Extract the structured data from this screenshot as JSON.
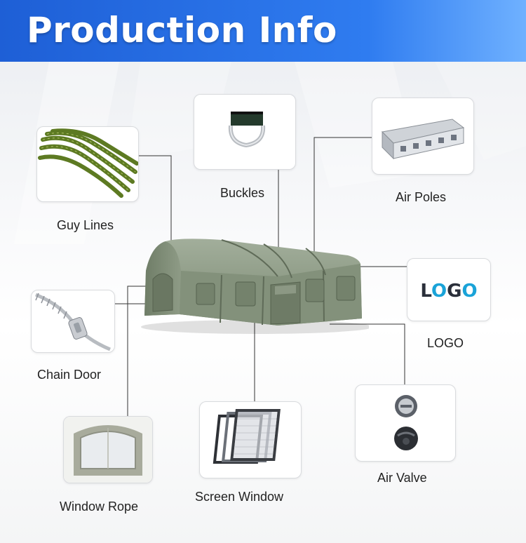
{
  "header": {
    "title": "Production Info",
    "color": "#2a72e8"
  },
  "parts": [
    {
      "id": "guy-lines",
      "label": "Guy Lines",
      "icon": "rope-coil-icon"
    },
    {
      "id": "buckles",
      "label": "Buckles",
      "icon": "d-ring-buckle-icon"
    },
    {
      "id": "air-poles",
      "label": "Air Poles",
      "icon": "air-pole-frame-icon"
    },
    {
      "id": "logo",
      "label": "LOGO",
      "icon": "logo-badge-icon",
      "logo_text": "LOGO"
    },
    {
      "id": "chain-door",
      "label": "Chain Door",
      "icon": "zipper-icon"
    },
    {
      "id": "air-valve",
      "label": "Air Valve",
      "icon": "air-valve-icon"
    },
    {
      "id": "screen-window",
      "label": "Screen Window",
      "icon": "screen-mesh-icon"
    },
    {
      "id": "window-rope",
      "label": "Window Rope",
      "icon": "window-panel-icon"
    }
  ],
  "colors": {
    "tent_green": "#7d8c75",
    "rope_green": "#5d7a22",
    "logo_blue": "#1aa3d8",
    "logo_dark": "#2a2f3a"
  }
}
